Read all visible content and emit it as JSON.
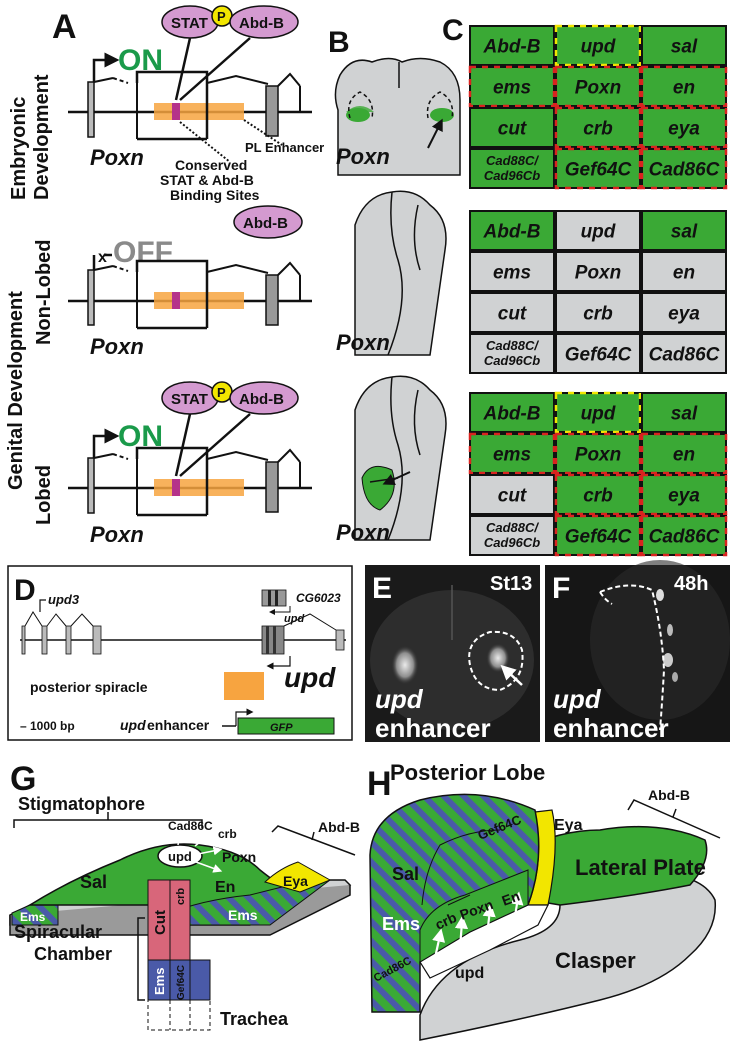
{
  "panels": {
    "A": "A",
    "B": "B",
    "C": "C",
    "D": "D",
    "E": "E",
    "F": "F",
    "G": "G",
    "H": "H"
  },
  "side_labels": {
    "embryonic": [
      "Embryonic",
      "Development"
    ],
    "genital": "Genital Development",
    "non_lobed": "Non-Lobed",
    "lobed": "Lobed"
  },
  "panelA": {
    "gene": "Poxn",
    "on": "ON",
    "off": "OFF",
    "stat": "STAT",
    "p": "P",
    "abdb": "Abd-B",
    "x_mark": "x",
    "pl_enhancer": "PL Enhancer",
    "conserved": [
      "Conserved",
      "STAT & Abd-B",
      "Binding Sites"
    ]
  },
  "panelB": {
    "gene": "Poxn"
  },
  "panelC": {
    "grids": [
      {
        "state": "embryonic",
        "cells": [
          {
            "label": "Abd-B",
            "on": true,
            "border": "solid"
          },
          {
            "label": "upd",
            "on": true,
            "border": "yellow"
          },
          {
            "label": "sal",
            "on": true,
            "border": "solid"
          },
          {
            "label": "ems",
            "on": true,
            "border": "red"
          },
          {
            "label": "Poxn",
            "on": true,
            "border": "red"
          },
          {
            "label": "en",
            "on": true,
            "border": "red"
          },
          {
            "label": "cut",
            "on": true,
            "border": "solid"
          },
          {
            "label": "crb",
            "on": true,
            "border": "red"
          },
          {
            "label": "eya",
            "on": true,
            "border": "red"
          },
          {
            "label": "Cad88C/\nCad96Cb",
            "on": true,
            "border": "solid"
          },
          {
            "label": "Gef64C",
            "on": true,
            "border": "red"
          },
          {
            "label": "Cad86C",
            "on": true,
            "border": "red"
          }
        ]
      },
      {
        "state": "non-lobed",
        "cells": [
          {
            "label": "Abd-B",
            "on": true,
            "border": "solid"
          },
          {
            "label": "upd",
            "on": false,
            "border": "solid"
          },
          {
            "label": "sal",
            "on": true,
            "border": "solid"
          },
          {
            "label": "ems",
            "on": false,
            "border": "solid"
          },
          {
            "label": "Poxn",
            "on": false,
            "border": "solid"
          },
          {
            "label": "en",
            "on": false,
            "border": "solid"
          },
          {
            "label": "cut",
            "on": false,
            "border": "solid"
          },
          {
            "label": "crb",
            "on": false,
            "border": "solid"
          },
          {
            "label": "eya",
            "on": false,
            "border": "solid"
          },
          {
            "label": "Cad88C/\nCad96Cb",
            "on": false,
            "border": "solid"
          },
          {
            "label": "Gef64C",
            "on": false,
            "border": "solid"
          },
          {
            "label": "Cad86C",
            "on": false,
            "border": "solid"
          }
        ]
      },
      {
        "state": "lobed",
        "cells": [
          {
            "label": "Abd-B",
            "on": true,
            "border": "solid"
          },
          {
            "label": "upd",
            "on": true,
            "border": "yellow"
          },
          {
            "label": "sal",
            "on": true,
            "border": "solid"
          },
          {
            "label": "ems",
            "on": true,
            "border": "red"
          },
          {
            "label": "Poxn",
            "on": true,
            "border": "red"
          },
          {
            "label": "en",
            "on": true,
            "border": "red"
          },
          {
            "label": "cut",
            "on": false,
            "border": "solid"
          },
          {
            "label": "crb",
            "on": true,
            "border": "red"
          },
          {
            "label": "eya",
            "on": true,
            "border": "red"
          },
          {
            "label": "Cad88C/\nCad96Cb",
            "on": false,
            "border": "solid"
          },
          {
            "label": "Gef64C",
            "on": true,
            "border": "red"
          },
          {
            "label": "Cad86C",
            "on": true,
            "border": "red"
          }
        ]
      }
    ]
  },
  "panelD": {
    "upd3": "upd3",
    "cg6023": "CG6023",
    "upd_small": "upd",
    "upd_big": "upd",
    "posterior_spiracle": "posterior spiracle",
    "scale": "– 1000 bp",
    "enhancer_gene": "upd",
    "enhancer_word": " enhancer",
    "gfp": "GFP"
  },
  "panelE": {
    "stage": "St13",
    "gene": "upd",
    "word": "enhancer"
  },
  "panelF": {
    "stage": "48h",
    "gene": "upd",
    "word": "enhancer"
  },
  "panelG": {
    "stigmatophore": "Stigmatophore",
    "spiracular": [
      "Spiracular",
      "Chamber"
    ],
    "trachea": "Trachea",
    "abdb": "Abd-B",
    "ems_left": "Ems",
    "sal": "Sal",
    "cad86c": "Cad86C",
    "crb_top": "crb",
    "upd": "upd",
    "poxn": "Poxn",
    "en": "En",
    "eya": "Eya",
    "cut": "Cut",
    "crb_vert": "crb",
    "ems_right": "Ems",
    "ems_bottom": "Ems",
    "gef64c": "Gef64C"
  },
  "panelH": {
    "posterior_lobe": "Posterior Lobe",
    "abdb": "Abd-B",
    "sal": "Sal",
    "gef64c": "Gef64C",
    "eya": "Eya",
    "lateral_plate": "Lateral Plate",
    "ems": "Ems",
    "crb": "crb",
    "poxn": "Poxn",
    "en": "En",
    "cad86c": "Cad86C",
    "upd": "upd",
    "clasper": "Clasper"
  },
  "colors": {
    "green": "#3aa935",
    "on_text": "#1a9a4a",
    "off_text": "#8a8a8a",
    "grey": "#d0d2d3",
    "orange": "#f7a440",
    "magenta": "#b5338a",
    "lilac": "#d49ad0",
    "yellow": "#f2e600",
    "red": "#d9231f",
    "blue": "#4a5aa8",
    "pink": "#d8667a"
  }
}
